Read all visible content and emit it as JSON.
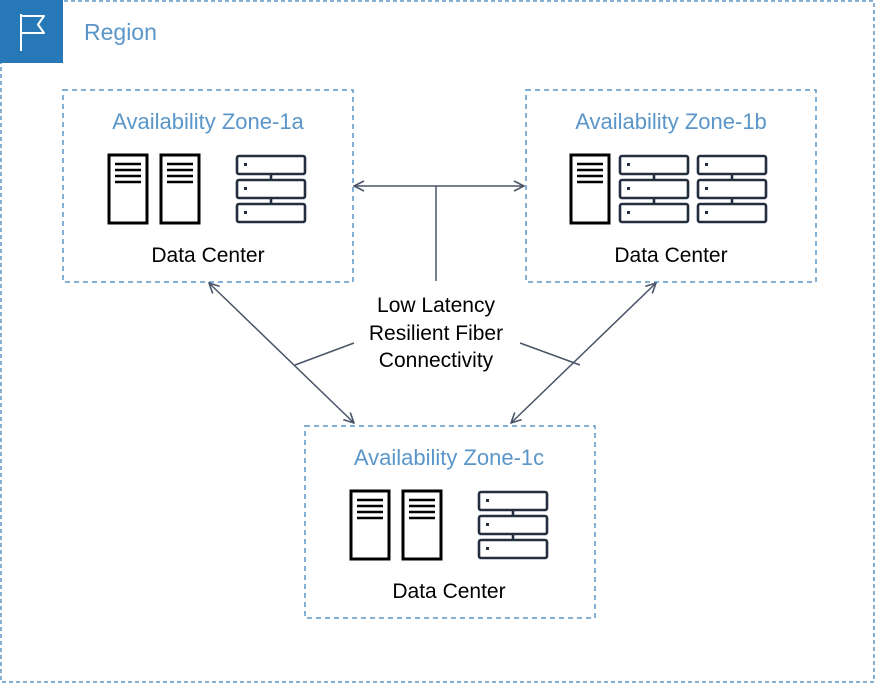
{
  "region": {
    "title": "Region",
    "icon": "flag-icon",
    "border_color": "#5a96c9",
    "badge_color": "#2679b6"
  },
  "zones": [
    {
      "id": "az-1a",
      "title": "Availability Zone-1a",
      "dc_label": "Data Center",
      "tower_servers": 2,
      "rack_columns": 1
    },
    {
      "id": "az-1b",
      "title": "Availability Zone-1b",
      "dc_label": "Data Center",
      "tower_servers": 1,
      "rack_columns": 2
    },
    {
      "id": "az-1c",
      "title": "Availability Zone-1c",
      "dc_label": "Data Center",
      "tower_servers": 2,
      "rack_columns": 1
    }
  ],
  "connectivity": {
    "label_lines": [
      "Low Latency",
      "Resilient Fiber",
      "Connectivity"
    ],
    "line_color": "#4a5568"
  },
  "colors": {
    "zone_border": "#5a96c9",
    "icon_stroke": "#232f3e",
    "tower_stroke": "#000000"
  }
}
